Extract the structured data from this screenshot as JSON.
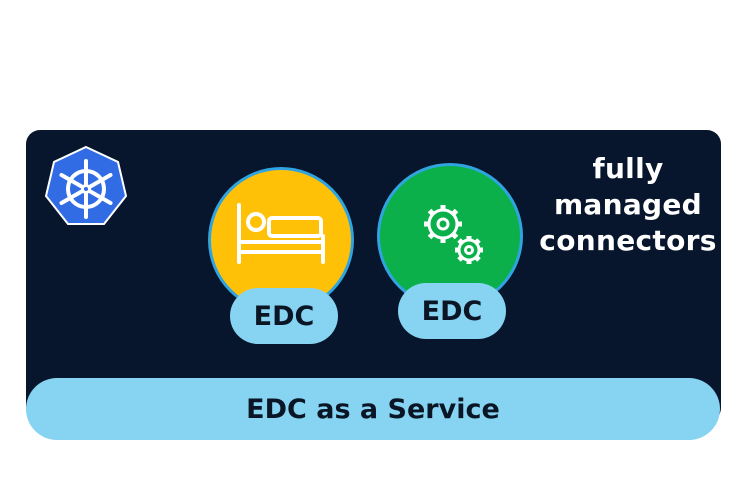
{
  "tagline": {
    "line1": "fully",
    "line2": "managed",
    "line3": "connectors"
  },
  "connectors": [
    {
      "label": "EDC",
      "icon": "bed-icon",
      "color": "#ffc107"
    },
    {
      "label": "EDC",
      "icon": "gears-icon",
      "color": "#0cb04a"
    }
  ],
  "service_bar": {
    "label": "EDC as a Service"
  },
  "logo": {
    "icon": "kubernetes-logo-icon",
    "color": "#326ce5"
  },
  "colors": {
    "panel": "#07162c",
    "pill": "#86d4f1",
    "ring": "#2fa4e0"
  }
}
